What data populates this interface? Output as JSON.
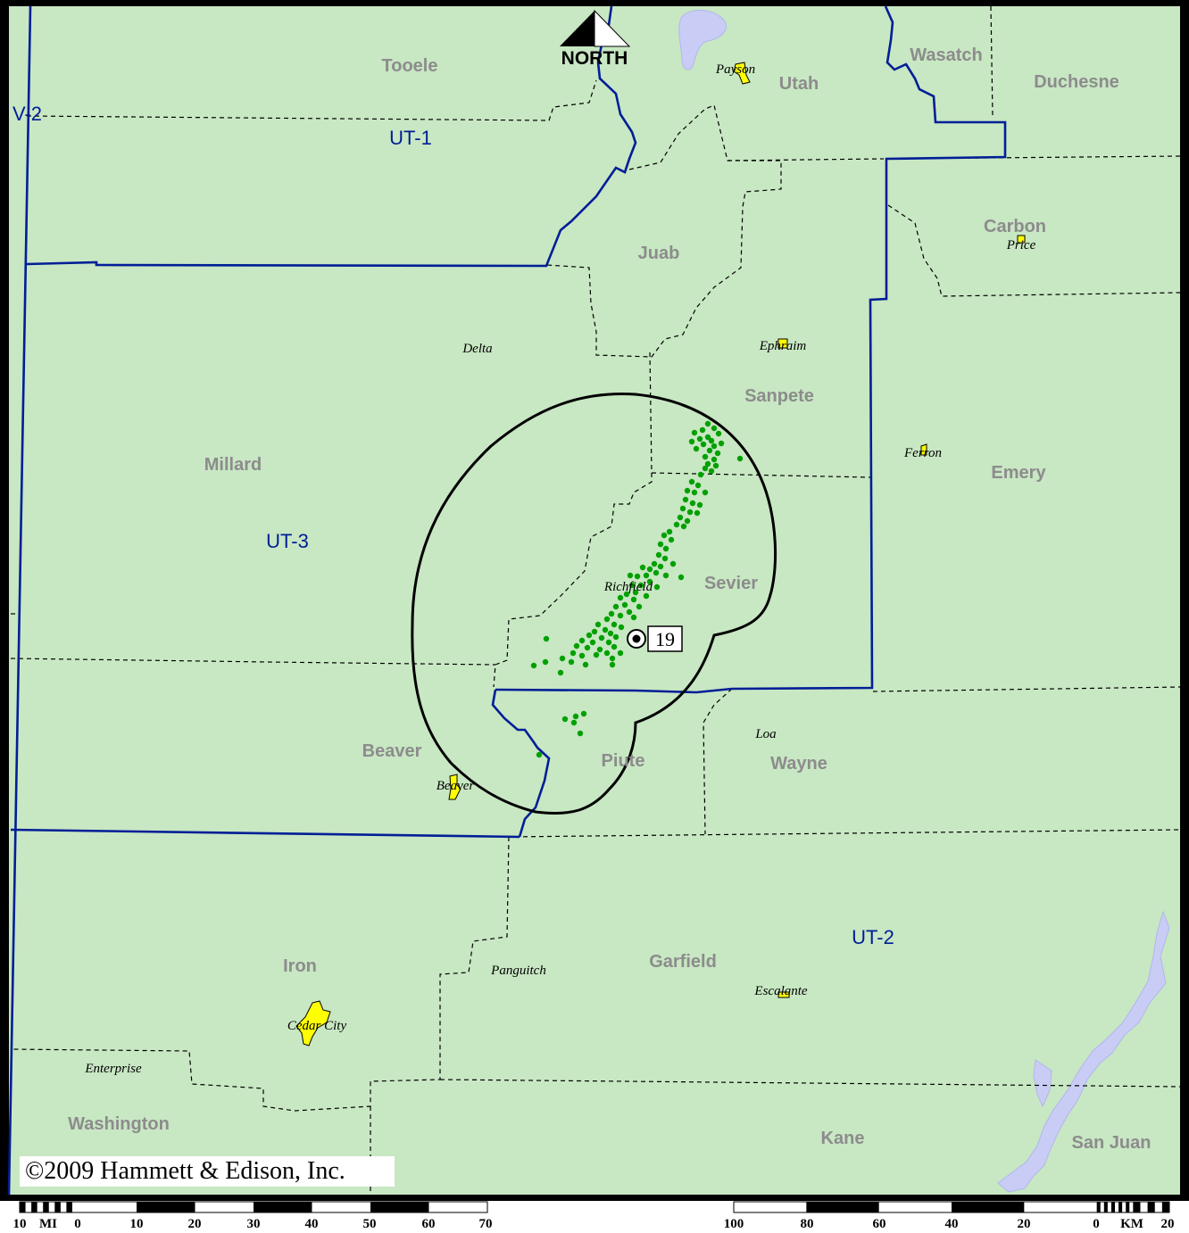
{
  "copyright": "©2009 Hammett & Edison, Inc.",
  "north_label": "NORTH",
  "site_id": "19",
  "colors": {
    "land": "#c8e7c3",
    "water": "#c9cdf5",
    "district_line": "#001e96",
    "coverage_points": "#00a000",
    "city_fill": "#ffff00"
  },
  "counties": [
    {
      "name": "Tooele"
    },
    {
      "name": "Utah"
    },
    {
      "name": "Wasatch"
    },
    {
      "name": "Duchesne"
    },
    {
      "name": "Juab"
    },
    {
      "name": "Carbon"
    },
    {
      "name": "Sanpete"
    },
    {
      "name": "Millard"
    },
    {
      "name": "Emery"
    },
    {
      "name": "Sevier"
    },
    {
      "name": "Beaver"
    },
    {
      "name": "Piute"
    },
    {
      "name": "Wayne"
    },
    {
      "name": "Iron"
    },
    {
      "name": "Garfield"
    },
    {
      "name": "Washington"
    },
    {
      "name": "Kane"
    },
    {
      "name": "San Juan"
    }
  ],
  "districts": [
    {
      "name": "UT-1"
    },
    {
      "name": "UT-3"
    },
    {
      "name": "UT-2"
    },
    {
      "name": "V-2"
    }
  ],
  "cities": [
    {
      "name": "Payson"
    },
    {
      "name": "Price"
    },
    {
      "name": "Delta"
    },
    {
      "name": "Ephraim"
    },
    {
      "name": "Ferron"
    },
    {
      "name": "Richfield"
    },
    {
      "name": "Loa"
    },
    {
      "name": "Beaver"
    },
    {
      "name": "Panguitch"
    },
    {
      "name": "Escalante"
    },
    {
      "name": "Cedar City"
    },
    {
      "name": "Enterprise"
    }
  ],
  "scale_left": {
    "unit": "MI",
    "labels": [
      "10",
      "0",
      "10",
      "20",
      "30",
      "40",
      "50",
      "60",
      "70"
    ]
  },
  "scale_right": {
    "unit": "KM",
    "labels": [
      "100",
      "80",
      "60",
      "40",
      "20",
      "0",
      "20"
    ]
  }
}
